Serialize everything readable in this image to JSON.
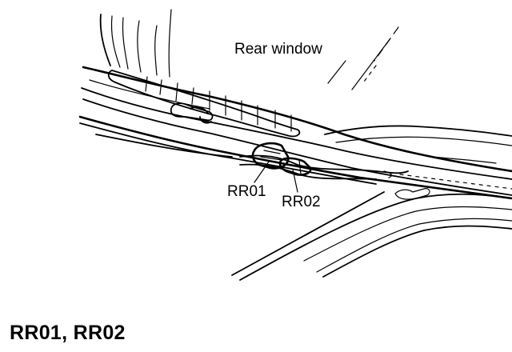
{
  "labels": {
    "rear_window": "Rear window",
    "rr01": "RR01",
    "rr02": "RR02"
  },
  "caption": "RR01,  RR02"
}
